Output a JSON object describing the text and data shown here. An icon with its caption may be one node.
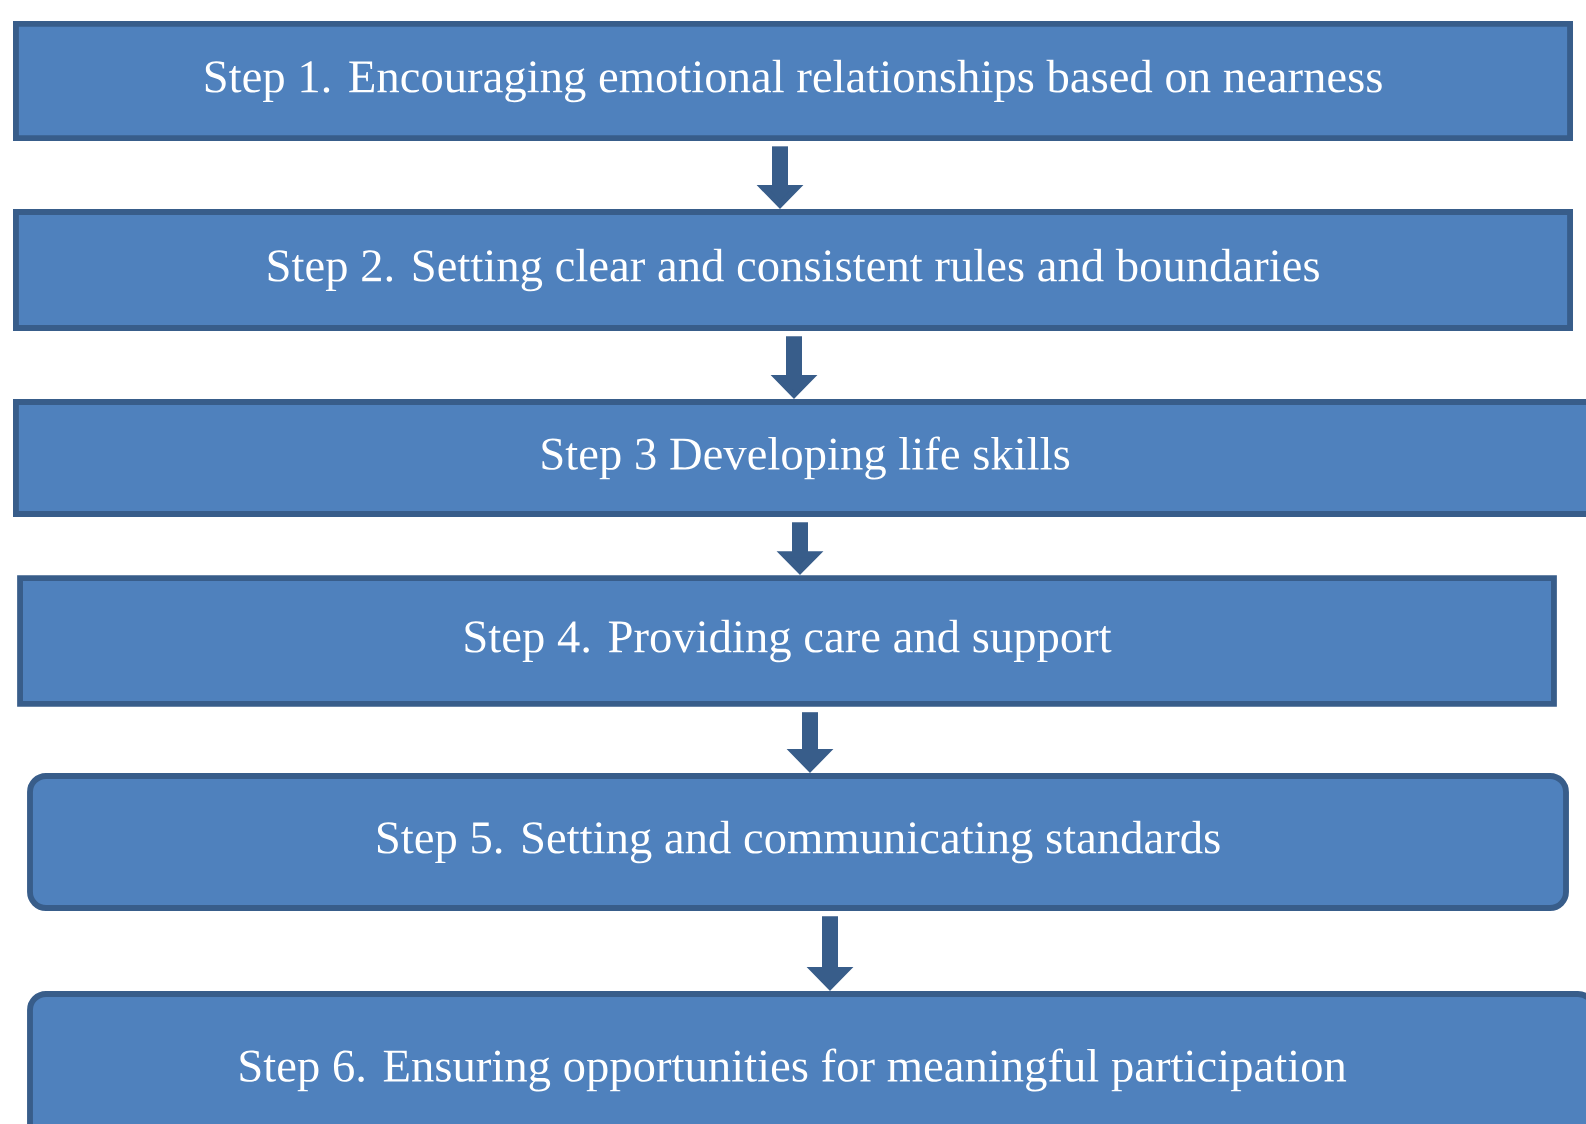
{
  "diagram": {
    "nodes": [
      {
        "text": [
          "Step 1. Encouraging emotional relationships based on nearness"
        ]
      },
      {
        "text": [
          "Step 2. Setting clear and consistent rules and boundaries"
        ]
      },
      {
        "text": [
          "Step 3 Developing life skills"
        ]
      },
      {
        "text": [
          "Step 4. Providing care and support"
        ]
      },
      {
        "text": [
          "Step 5. Setting and communicating standards"
        ]
      },
      {
        "text": [
          "Step 6. Ensuring opportunities for meaningful participation"
        ]
      }
    ],
    "edges": [
      {
        "from": 0,
        "to": 1,
        "arrow": "to"
      },
      {
        "from": 1,
        "to": 2,
        "arrow": "to"
      },
      {
        "from": 2,
        "to": 3,
        "arrow": "to"
      },
      {
        "from": 3,
        "to": 4,
        "arrow": "to"
      },
      {
        "from": 4,
        "to": 5,
        "arrow": "to"
      }
    ]
  }
}
